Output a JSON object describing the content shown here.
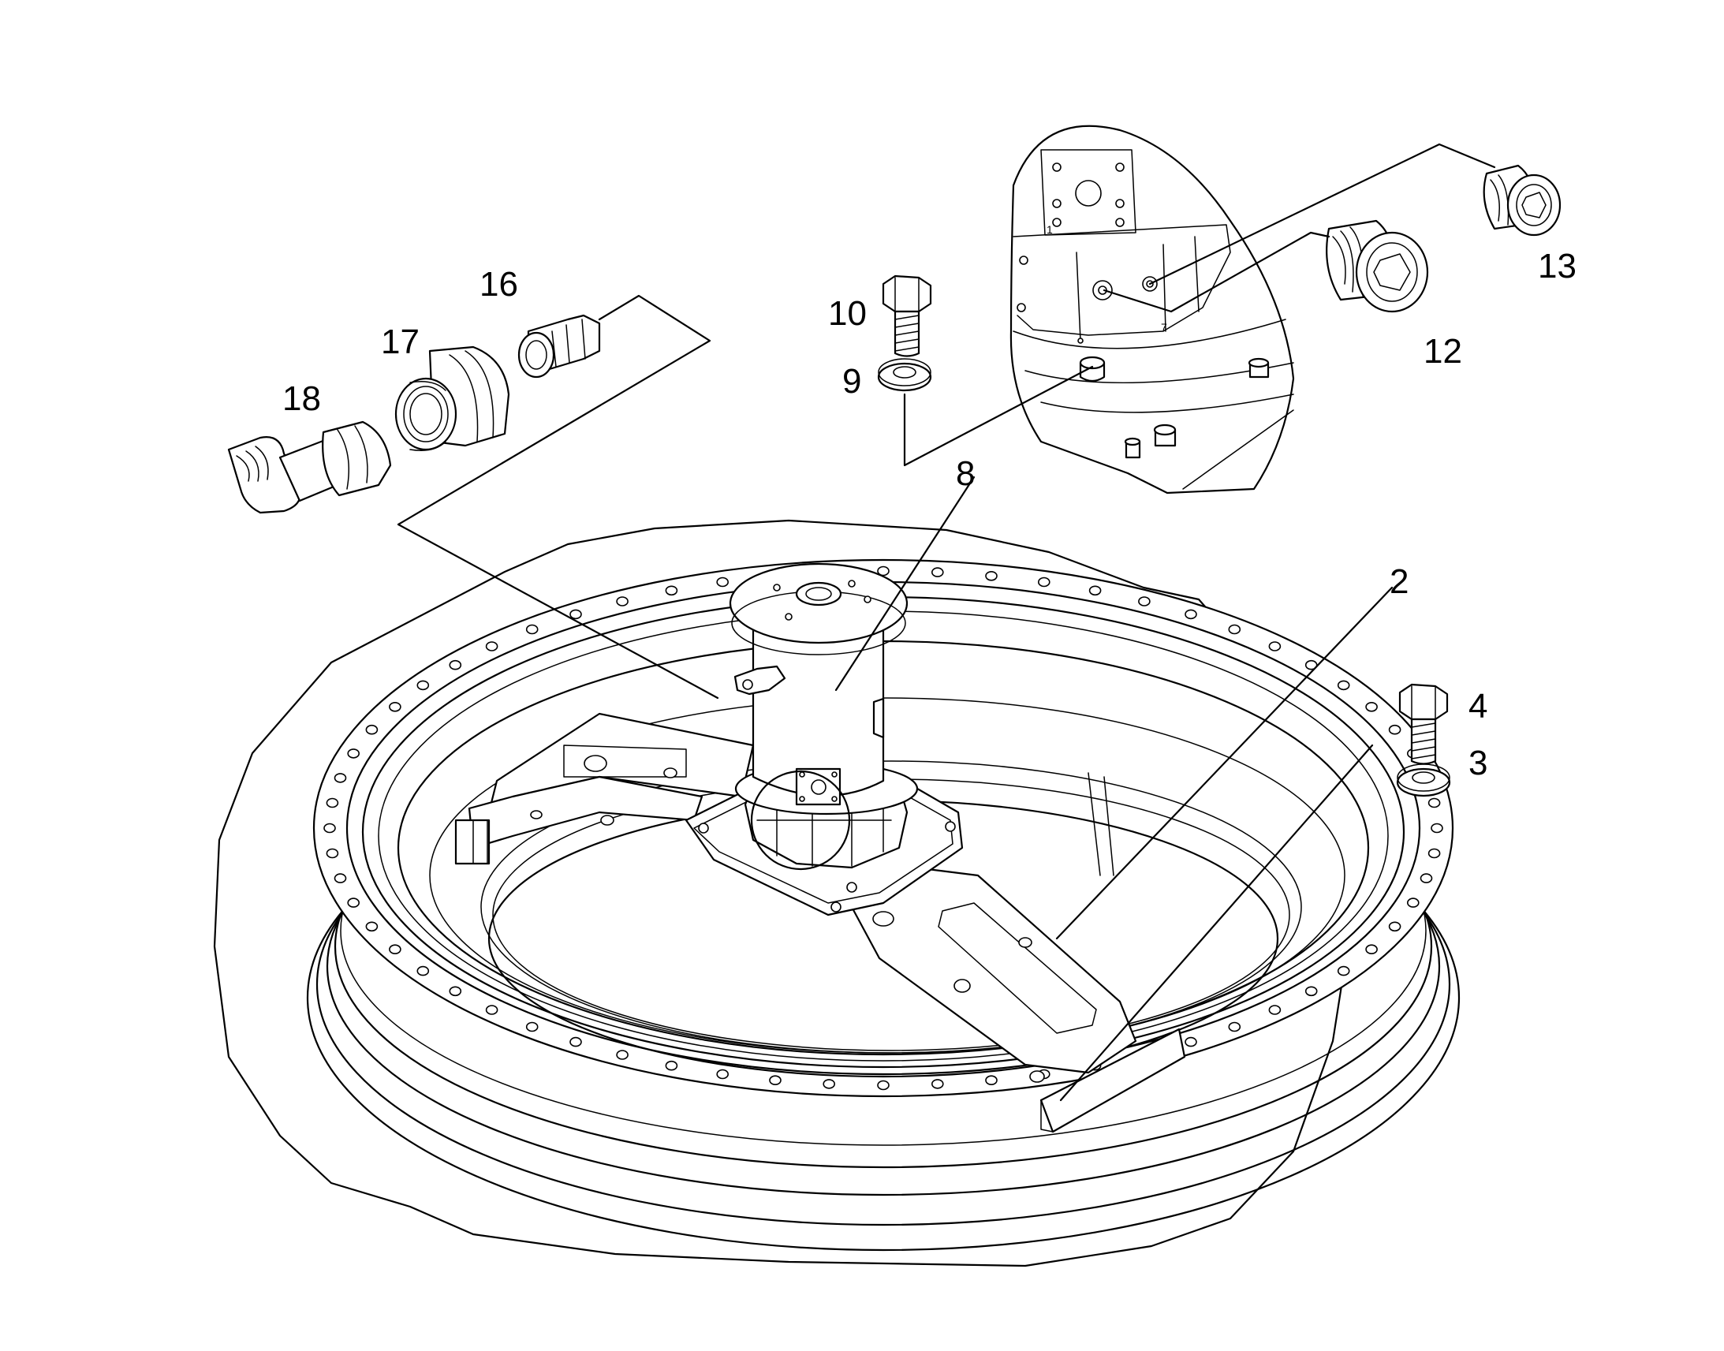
{
  "callouts": {
    "c2": "2",
    "c3": "3",
    "c4": "4",
    "c8": "8",
    "c9": "9",
    "c10": "10",
    "c12": "12",
    "c13": "13",
    "c16": "16",
    "c17": "17",
    "c18": "18"
  },
  "detail_marks": {
    "m1": "1",
    "m7": "7"
  },
  "colors": {
    "line": "#000000",
    "background": "#ffffff"
  }
}
